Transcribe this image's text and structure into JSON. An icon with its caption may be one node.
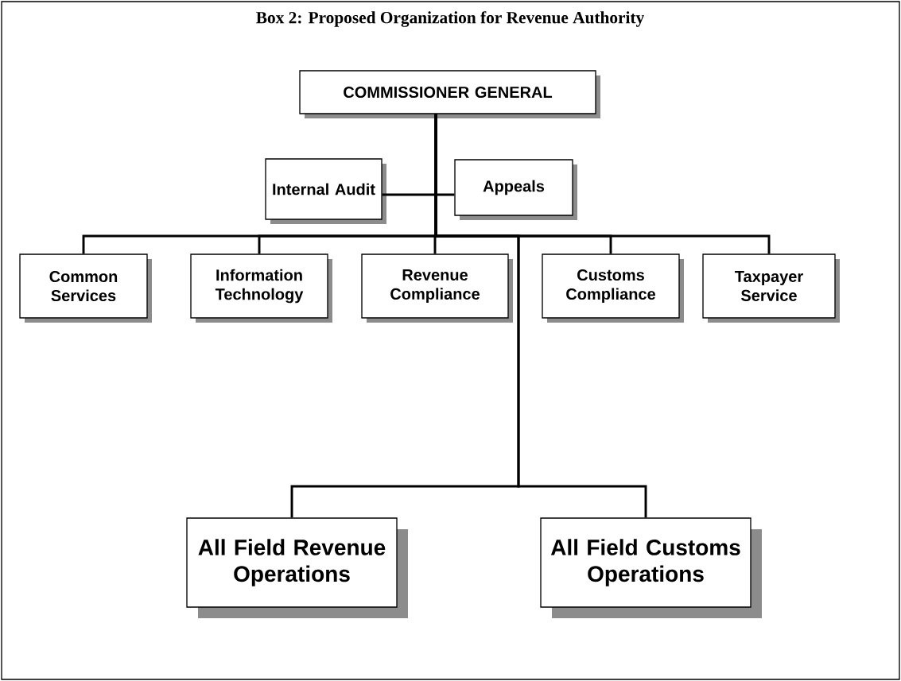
{
  "diagram": {
    "title": "Box 2:  Proposed Organization for Revenue Authority",
    "nodes": [
      {
        "text": [
          "COMMISSIONER GENERAL"
        ]
      },
      {
        "text": [
          "Internal Audit"
        ]
      },
      {
        "text": [
          "Appeals"
        ]
      },
      {
        "text": [
          "Common Services"
        ]
      },
      {
        "text": [
          "Information Technology"
        ]
      },
      {
        "text": [
          "Revenue Compliance"
        ]
      },
      {
        "text": [
          "Customs Compliance"
        ]
      },
      {
        "text": [
          "Taxpayer Service"
        ]
      },
      {
        "text": [
          "All Field Revenue Operations"
        ]
      },
      {
        "text": [
          "All Field Customs Operations"
        ]
      }
    ],
    "edges": [
      {
        "from": 0,
        "to": 1,
        "arrow": "none"
      },
      {
        "from": 0,
        "to": 2,
        "arrow": "none"
      },
      {
        "from": 0,
        "to": 3,
        "arrow": "none"
      },
      {
        "from": 0,
        "to": 4,
        "arrow": "none"
      },
      {
        "from": 0,
        "to": 5,
        "arrow": "none"
      },
      {
        "from": 0,
        "to": 6,
        "arrow": "none"
      },
      {
        "from": 0,
        "to": 7,
        "arrow": "none"
      },
      {
        "from": 0,
        "to": 8,
        "arrow": "none"
      },
      {
        "from": 0,
        "to": 9,
        "arrow": "none"
      }
    ]
  }
}
